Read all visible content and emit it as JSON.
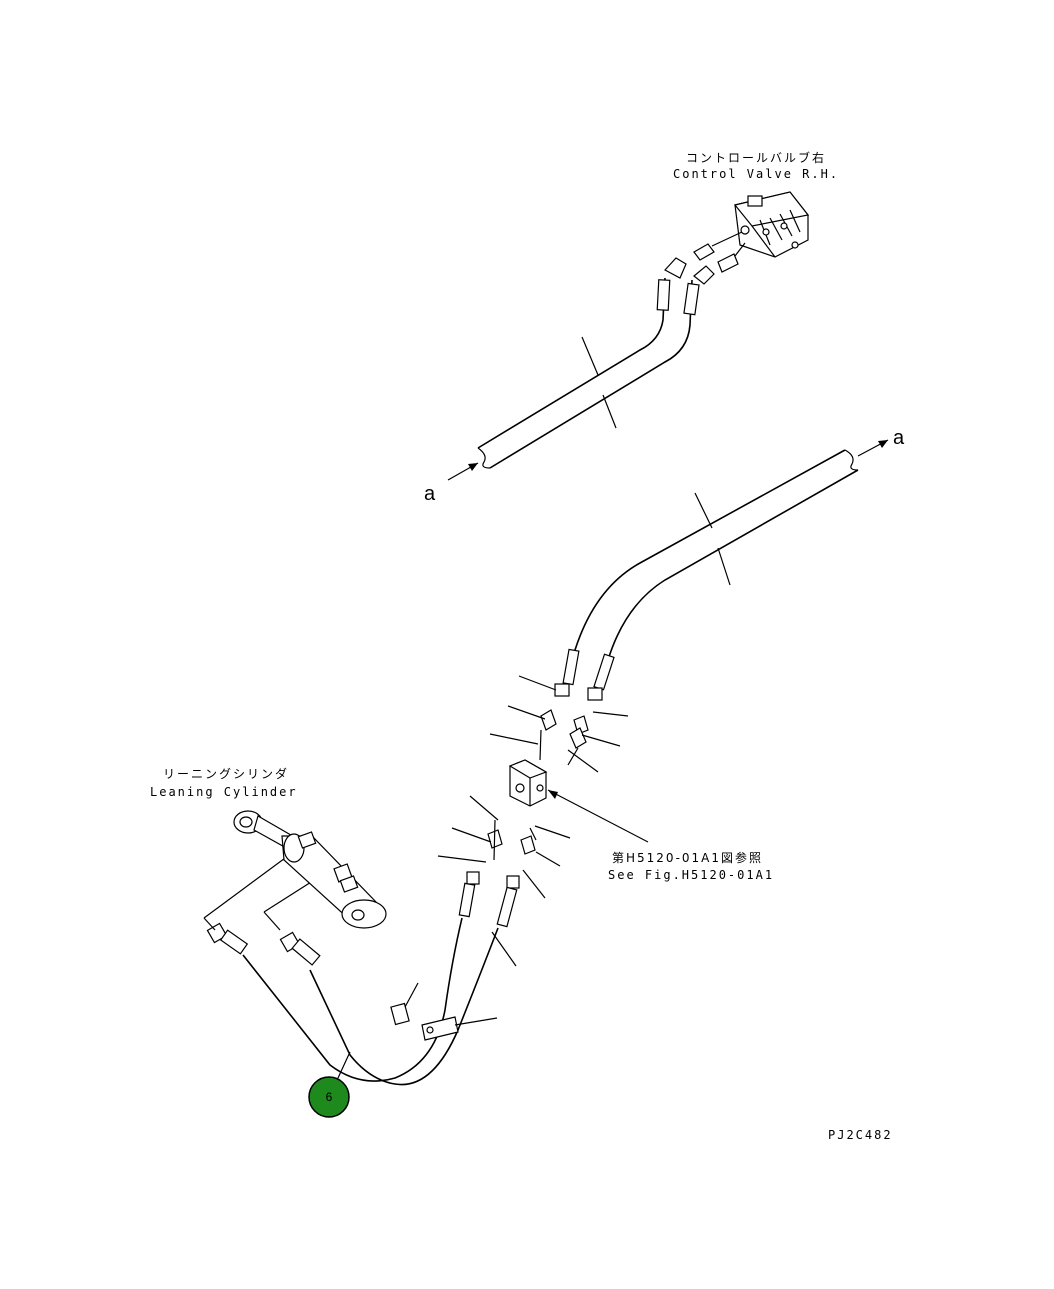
{
  "labels": {
    "control_valve_jp": "コントロールバルブ右",
    "control_valve_en": "Control Valve R.H.",
    "leaning_cylinder_jp": "リーニングシリンダ",
    "leaning_cylinder_en": "Leaning Cylinder",
    "see_fig_jp": "第H5120-01A1図参照",
    "see_fig_en": "See Fig.H5120-01A1",
    "ref_a_left": "a",
    "ref_a_right": "a",
    "drawing_code": "PJ2C482"
  },
  "callout": {
    "number": "6",
    "color": "#1e8a1e"
  }
}
